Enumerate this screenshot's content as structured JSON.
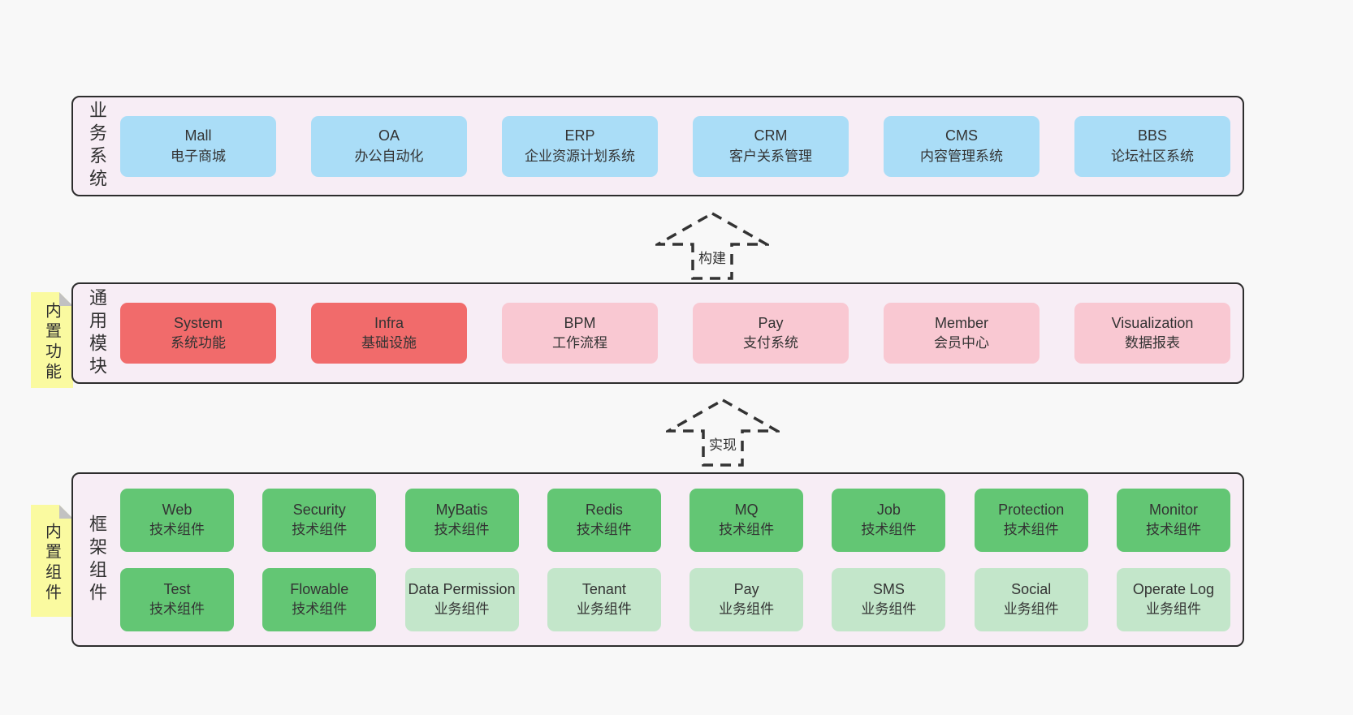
{
  "colors": {
    "page_background": "#f8f8f8",
    "container_background": "#f7edf5",
    "container_border": "#2d2d2d",
    "blue_box": "#aaddf7",
    "red_box": "#f16b6b",
    "pink_box": "#f9c8d2",
    "green_box": "#63c674",
    "light_green_box": "#c3e6ca",
    "note_yellow": "#fafaa0",
    "note_fold_gray": "#c2c2c2",
    "text": "#333333"
  },
  "arrows": [
    {
      "label": "构建"
    },
    {
      "label": "实现"
    }
  ],
  "notes": [
    {
      "label": "内置功能"
    },
    {
      "label": "内置组件"
    }
  ],
  "layers": [
    {
      "label": "业务系统",
      "rows": [
        [
          {
            "name": "Mall",
            "desc": "电子商城",
            "type": "blue"
          },
          {
            "name": "OA",
            "desc": "办公自动化",
            "type": "blue"
          },
          {
            "name": "ERP",
            "desc": "企业资源计划系统",
            "type": "blue"
          },
          {
            "name": "CRM",
            "desc": "客户关系管理",
            "type": "blue"
          },
          {
            "name": "CMS",
            "desc": "内容管理系统",
            "type": "blue"
          },
          {
            "name": "BBS",
            "desc": "论坛社区系统",
            "type": "blue"
          }
        ]
      ]
    },
    {
      "label": "通用模块",
      "rows": [
        [
          {
            "name": "System",
            "desc": "系统功能",
            "type": "red"
          },
          {
            "name": "Infra",
            "desc": "基础设施",
            "type": "red"
          },
          {
            "name": "BPM",
            "desc": "工作流程",
            "type": "pink"
          },
          {
            "name": "Pay",
            "desc": "支付系统",
            "type": "pink"
          },
          {
            "name": "Member",
            "desc": "会员中心",
            "type": "pink"
          },
          {
            "name": "Visualization",
            "desc": "数据报表",
            "type": "pink"
          }
        ]
      ]
    },
    {
      "label": "框架组件",
      "rows": [
        [
          {
            "name": "Web",
            "desc": "技术组件",
            "type": "green"
          },
          {
            "name": "Security",
            "desc": "技术组件",
            "type": "green"
          },
          {
            "name": "MyBatis",
            "desc": "技术组件",
            "type": "green"
          },
          {
            "name": "Redis",
            "desc": "技术组件",
            "type": "green"
          },
          {
            "name": "MQ",
            "desc": "技术组件",
            "type": "green"
          },
          {
            "name": "Job",
            "desc": "技术组件",
            "type": "green"
          },
          {
            "name": "Protection",
            "desc": "技术组件",
            "type": "green"
          },
          {
            "name": "Monitor",
            "desc": "技术组件",
            "type": "green"
          }
        ],
        [
          {
            "name": "Test",
            "desc": "技术组件",
            "type": "green"
          },
          {
            "name": "Flowable",
            "desc": "技术组件",
            "type": "green"
          },
          {
            "name": "Data Permission",
            "desc": "业务组件",
            "type": "lightgreen"
          },
          {
            "name": "Tenant",
            "desc": "业务组件",
            "type": "lightgreen"
          },
          {
            "name": "Pay",
            "desc": "业务组件",
            "type": "lightgreen"
          },
          {
            "name": "SMS",
            "desc": "业务组件",
            "type": "lightgreen"
          },
          {
            "name": "Social",
            "desc": "业务组件",
            "type": "lightgreen"
          },
          {
            "name": "Operate Log",
            "desc": "业务组件",
            "type": "lightgreen"
          }
        ]
      ]
    }
  ]
}
